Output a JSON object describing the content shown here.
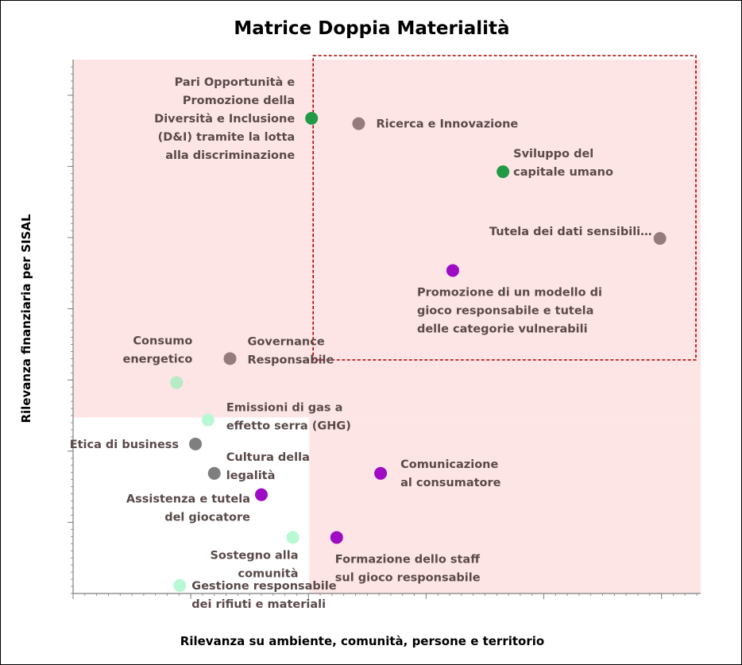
{
  "chart_data": {
    "type": "scatter",
    "title": "Matrice Doppia Materialità",
    "xlabel": "Rilevanza su ambiente, comunità, persone e territorio",
    "ylabel": "Rilevanza finanziaria  per SISAL",
    "xlim": [
      0,
      10
    ],
    "ylim": [
      0,
      10
    ],
    "grid": false,
    "legend": "none",
    "colors": {
      "region_fill": "#fde5e5",
      "highlight_border": "#b00000",
      "axis": "#7f7f7f",
      "dark_green": "#219a45",
      "mauve": "#957b7b",
      "purple": "#9d0bc3",
      "gray": "#7f7f7f",
      "light_green": "#b6ebc6",
      "mint": "#b8f8d2"
    },
    "points": [
      {
        "label": [
          "Pari Opportunità e",
          "Promozione della",
          "Diversità e Inclusione",
          "(D&I) tramite la lotta",
          "alla discriminazione"
        ],
        "x": 3.8,
        "y": 8.9,
        "color": "dark_green",
        "label_side": "left"
      },
      {
        "label": [
          "Ricerca e Innovazione"
        ],
        "x": 4.55,
        "y": 8.8,
        "color": "mauve",
        "label_side": "right"
      },
      {
        "label": [
          "Sviluppo del",
          "capitale umano"
        ],
        "x": 6.85,
        "y": 7.9,
        "color": "dark_green",
        "label_side": "right"
      },
      {
        "label": [
          "Tutela dei dati sensibili…"
        ],
        "x": 9.35,
        "y": 6.65,
        "color": "mauve",
        "label_side": "left"
      },
      {
        "label": [
          "Promozione di un modello di",
          "gioco responsabile e tutela",
          "delle categorie vulnerabili"
        ],
        "x": 6.05,
        "y": 6.05,
        "color": "purple",
        "label_side": "below"
      },
      {
        "label": [
          "Governance",
          "Responsabile"
        ],
        "x": 2.5,
        "y": 4.4,
        "color": "mauve",
        "label_side": "right"
      },
      {
        "label": [
          "Consumo",
          "energetico"
        ],
        "x": 1.65,
        "y": 3.95,
        "color": "light_green",
        "label_side": "above-left"
      },
      {
        "label": [
          "Emissioni di gas a",
          "effetto serra (GHG)"
        ],
        "x": 2.15,
        "y": 3.25,
        "color": "mint",
        "label_side": "right"
      },
      {
        "label": [
          "Etica di business"
        ],
        "x": 1.95,
        "y": 2.8,
        "color": "gray",
        "label_side": "left"
      },
      {
        "label": [
          "Cultura della",
          "legalità"
        ],
        "x": 2.25,
        "y": 2.25,
        "color": "gray",
        "label_side": "right"
      },
      {
        "label": [
          "Comunicazione",
          "al consumatore"
        ],
        "x": 4.9,
        "y": 2.25,
        "color": "purple",
        "label_side": "right"
      },
      {
        "label": [
          "Assistenza e tutela",
          "del giocatore"
        ],
        "x": 3.0,
        "y": 1.85,
        "color": "purple",
        "label_side": "left"
      },
      {
        "label": [
          "Sostegno alla",
          "comunità"
        ],
        "x": 3.5,
        "y": 1.05,
        "color": "mint",
        "label_side": "below-left"
      },
      {
        "label": [
          "Formazione dello staff",
          "sul gioco responsabile"
        ],
        "x": 4.2,
        "y": 1.05,
        "color": "purple",
        "label_side": "below"
      },
      {
        "label": [
          "Gestione responsabile",
          "dei rifiuti e materiali"
        ],
        "x": 1.7,
        "y": 0.15,
        "color": "mint",
        "label_side": "right"
      }
    ]
  }
}
